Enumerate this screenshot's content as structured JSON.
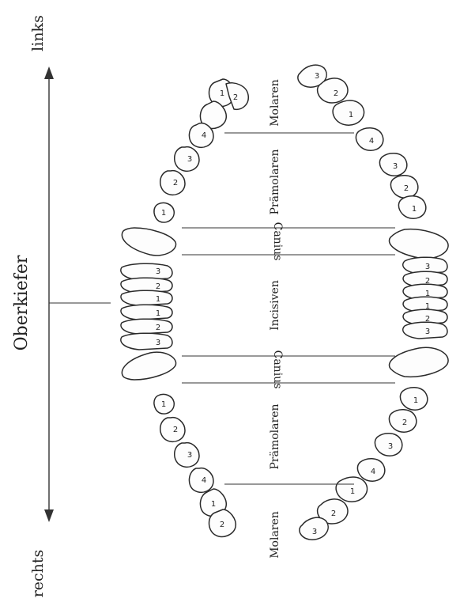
{
  "title": "Oberkiefer",
  "direction": {
    "left_end": "links",
    "right_end": "rechts"
  },
  "group_labels": {
    "molaren_top": "Molaren",
    "praemolaren_top": "Prämolaren",
    "canius_top": "Canius",
    "incisiven": "Incisiven",
    "canius_bottom": "Canius",
    "praemolaren_bottom": "Prämolaren",
    "molaren_bottom": "Molaren"
  },
  "tooth_numbers": {
    "left_molars_upper": [
      "1",
      "2"
    ],
    "left_molars_lower": [
      "3",
      "2",
      "1"
    ],
    "left_premolars_upper": [
      "4",
      "3",
      "2",
      "1"
    ],
    "left_premolars_lower": [
      "4",
      "3",
      "2",
      "1"
    ],
    "incisors_upper": [
      "3",
      "2",
      "1",
      "1",
      "2",
      "3"
    ],
    "incisors_lower": [
      "3",
      "2",
      "1",
      "1",
      "2",
      "3"
    ],
    "right_premolars_upper": [
      "1",
      "2",
      "3",
      "4"
    ],
    "right_premolars_lower": [
      "1",
      "2",
      "3",
      "4"
    ],
    "right_molars_upper": [
      "1",
      "2"
    ],
    "right_molars_lower": [
      "1",
      "2",
      "3"
    ]
  }
}
